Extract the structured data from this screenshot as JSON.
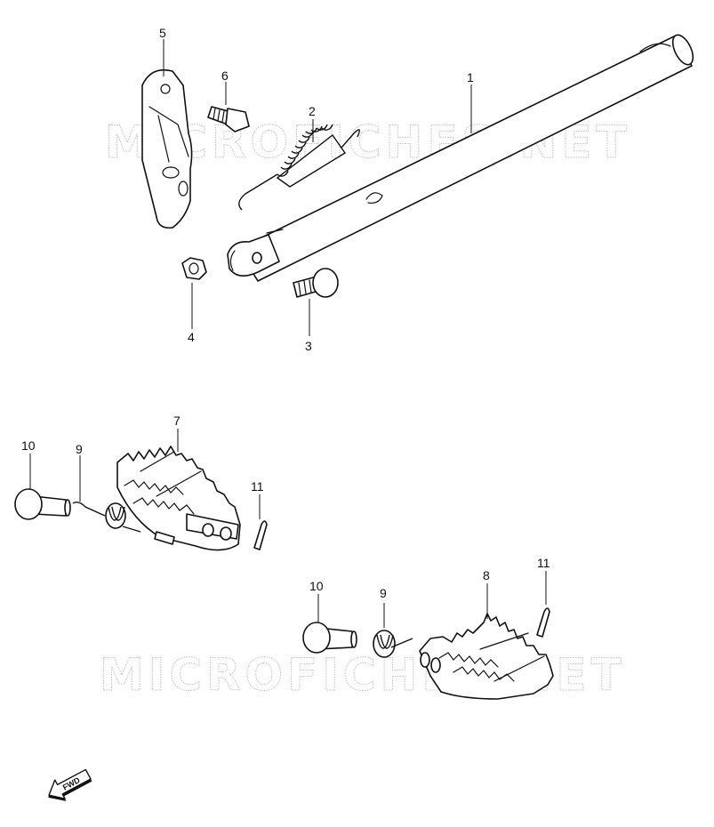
{
  "watermark": {
    "text": "MICROFICHES.NET"
  },
  "fwd_label": "FWD",
  "callouts": {
    "p1": "1",
    "p2": "2",
    "p3": "3",
    "p4": "4",
    "p5": "5",
    "p6": "6",
    "p7": "7",
    "p8": "8",
    "p9a": "9",
    "p9b": "9",
    "p10a": "10",
    "p10b": "10",
    "p11a": "11",
    "p11b": "11"
  }
}
